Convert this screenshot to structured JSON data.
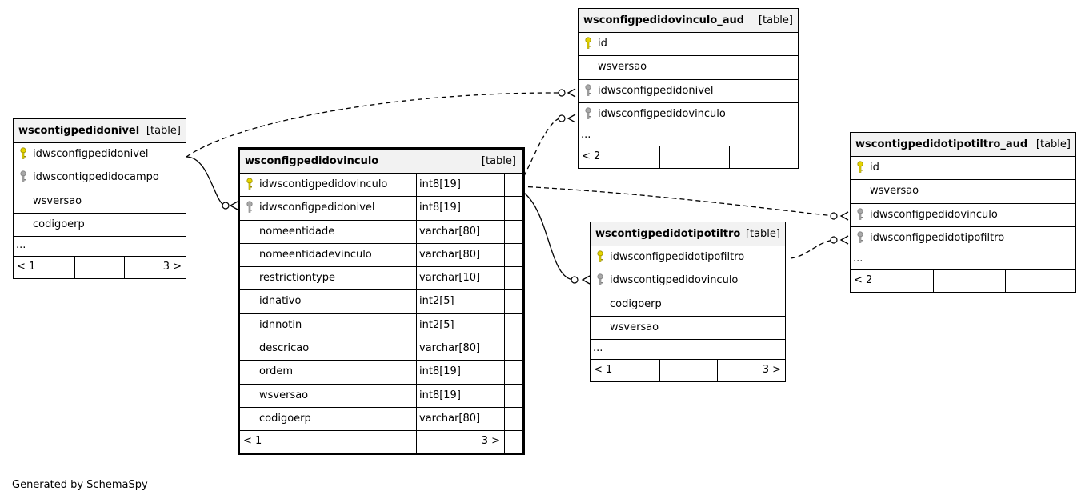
{
  "credit": "Generated by SchemaSpy",
  "table_tag": "[table]",
  "more": "...",
  "tables": {
    "nivel": {
      "name": "wscontigpedidonivel",
      "columns": [
        "idwsconfigpedidonivel",
        "idwscontigpedidocampo",
        "wsversao",
        "codigoerp"
      ],
      "keys": [
        "primary",
        "foreign",
        "none",
        "none"
      ],
      "footer": {
        "left": "< 1",
        "right": "3 >"
      }
    },
    "vinculo": {
      "name": "wsconfigpedidovinculo",
      "columns": [
        {
          "name": "idwscontigpedidovinculo",
          "type": "int8[19]",
          "key": "primary"
        },
        {
          "name": "idwsconfigpedidonivel",
          "type": "int8[19]",
          "key": "foreign"
        },
        {
          "name": "nomeentidade",
          "type": "varchar[80]",
          "key": "none"
        },
        {
          "name": "nomeentidadevinculo",
          "type": "varchar[80]",
          "key": "none"
        },
        {
          "name": "restrictiontype",
          "type": "varchar[10]",
          "key": "none"
        },
        {
          "name": "idnativo",
          "type": "int2[5]",
          "key": "none"
        },
        {
          "name": "idnnotin",
          "type": "int2[5]",
          "key": "none"
        },
        {
          "name": "descricao",
          "type": "varchar[80]",
          "key": "none"
        },
        {
          "name": "ordem",
          "type": "int8[19]",
          "key": "none"
        },
        {
          "name": "wsversao",
          "type": "int8[19]",
          "key": "none"
        },
        {
          "name": "codigoerp",
          "type": "varchar[80]",
          "key": "none"
        }
      ],
      "footer": {
        "left": "< 1",
        "right": "3 >"
      }
    },
    "vinculo_aud": {
      "name": "wsconfigpedidovinculo_aud",
      "columns": [
        "id",
        "wsversao",
        "idwsconfigpedidonivel",
        "idwsconfigpedidovinculo"
      ],
      "keys": [
        "primary",
        "none",
        "foreign",
        "foreign"
      ],
      "footer": {
        "left": "< 2",
        "right": ""
      }
    },
    "tipofiltro": {
      "name": "wscontigpedidotipotiltro",
      "columns": [
        "idwsconfigpedidotipofiltro",
        "idwscontigpedidovinculo",
        "codigoerp",
        "wsversao"
      ],
      "keys": [
        "primary",
        "foreign",
        "none",
        "none"
      ],
      "footer": {
        "left": "< 1",
        "right": "3 >"
      }
    },
    "tipofiltro_aud": {
      "name": "wscontigpedidotipotiltro_aud",
      "columns": [
        "id",
        "wsversao",
        "idwsconfigpedidovinculo",
        "idwsconfigpedidotipofiltro"
      ],
      "keys": [
        "primary",
        "none",
        "foreign",
        "foreign"
      ],
      "footer": {
        "left": "< 2",
        "right": ""
      }
    }
  }
}
